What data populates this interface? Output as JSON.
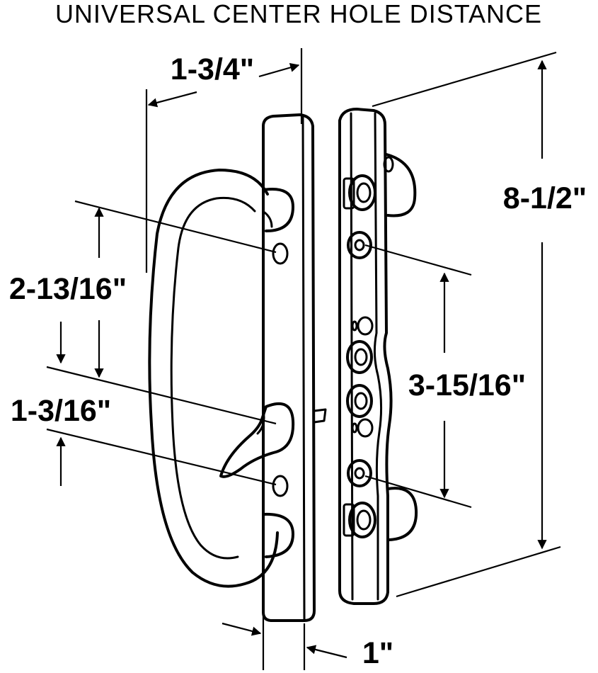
{
  "title": "UNIVERSAL CENTER HOLE DISTANCE",
  "dimensions": {
    "depth": "1-3/4\"",
    "height": "8-1/2\"",
    "upper_hole_distance": "2-13/16\"",
    "lower_hole_distance": "1-3/16\"",
    "mortise_hole_distance": "3-15/16\"",
    "width": "1\""
  },
  "colors": {
    "ink": "#000000",
    "background": "#ffffff"
  }
}
